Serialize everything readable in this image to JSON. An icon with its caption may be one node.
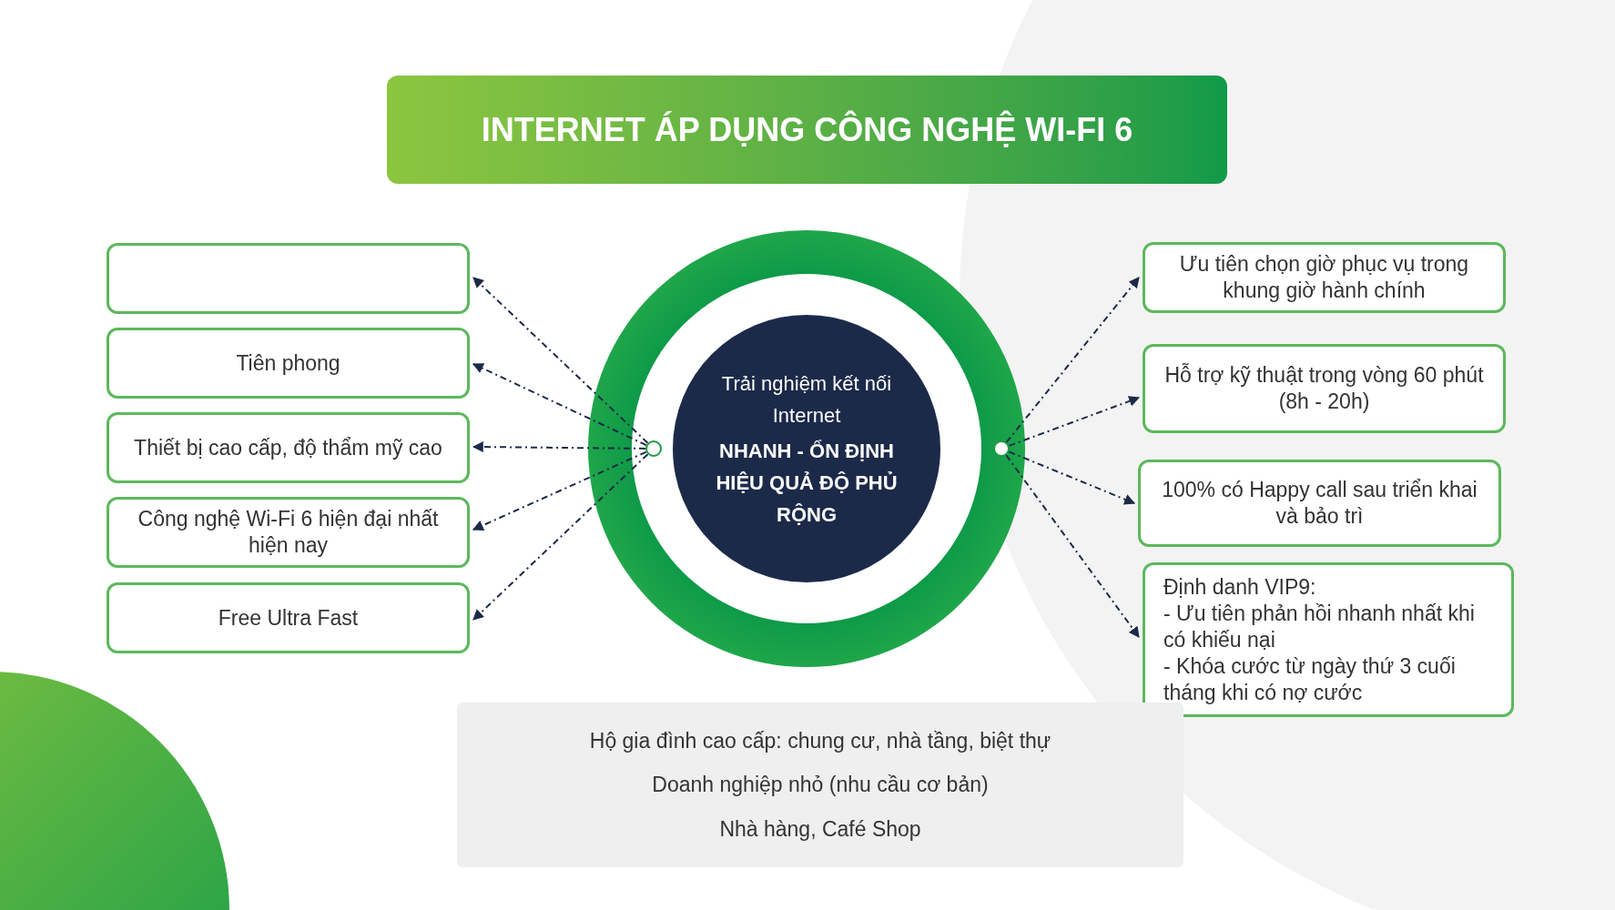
{
  "diagram": {
    "title": "INTERNET ÁP DỤNG CÔNG NGHỆ WI-FI 6",
    "nodes": [
      {
        "text": [
          "Trải nghiệm kết nối Internet",
          "NHANH - ỔN ĐỊNH HIỆU QUẢ ĐỘ PHỦ RỘNG"
        ]
      },
      {
        "text": [],
        "shape": "box"
      },
      {
        "text": [
          "Tiên phong"
        ]
      },
      {
        "text": [
          "Thiết bị cao cấp, độ thẩm mỹ cao"
        ]
      },
      {
        "text": [
          "Công nghệ Wi-Fi 6 hiện đại nhất hiện nay"
        ]
      },
      {
        "text": [
          "Free Ultra Fast"
        ]
      },
      {
        "text": [
          "Ưu tiên chọn giờ phục vụ trong khung giờ hành chính"
        ]
      },
      {
        "text": [
          "Hỗ trợ kỹ thuật trong vòng 60 phút (8h - 20h)"
        ]
      },
      {
        "text": [
          "100% có Happy call sau triển khai và bảo trì"
        ]
      },
      {
        "text": [
          "Định danh VIP9:",
          "- Ưu tiên phản hồi nhanh nhất khi có khiếu nại",
          "- Khóa cước từ ngày thứ 3 cuối tháng khi có nợ cước"
        ]
      },
      {
        "text": [],
        "shape": "circle"
      },
      {
        "text": [],
        "shape": "circle"
      },
      {
        "text": [
          "Hộ gia đình cao cấp: chung cư, nhà tầng, biệt thự",
          "Doanh nghiệp nhỏ (nhu cầu cơ bản)",
          "Nhà hàng, Café Shop"
        ]
      }
    ],
    "edges": [
      {
        "from": 10,
        "to": 1,
        "arrow": "to",
        "style": "dashed"
      },
      {
        "from": 10,
        "to": 2,
        "arrow": "to",
        "style": "dashed"
      },
      {
        "from": 10,
        "to": 3,
        "arrow": "to",
        "style": "dashed"
      },
      {
        "from": 10,
        "to": 4,
        "arrow": "to",
        "style": "dashed"
      },
      {
        "from": 10,
        "to": 5,
        "arrow": "to",
        "style": "dashed"
      },
      {
        "from": 11,
        "to": 6,
        "arrow": "to",
        "style": "dashed"
      },
      {
        "from": 11,
        "to": 7,
        "arrow": "to",
        "style": "dashed"
      },
      {
        "from": 11,
        "to": 8,
        "arrow": "to",
        "style": "dashed"
      },
      {
        "from": 11,
        "to": 9,
        "arrow": "to",
        "style": "dashed"
      }
    ]
  }
}
